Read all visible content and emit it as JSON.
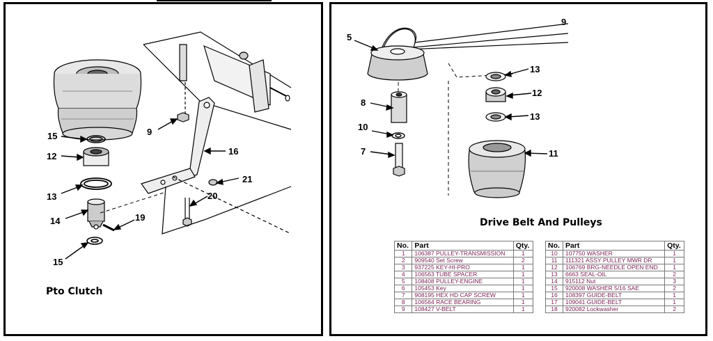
{
  "left_panel": {
    "title": "Pto Clutch",
    "callouts": [
      "15",
      "12",
      "13",
      "14",
      "15",
      "9",
      "16",
      "21",
      "20",
      "19"
    ]
  },
  "right_panel": {
    "title": "Drive Belt And Pulleys",
    "callouts": [
      "9",
      "5",
      "8",
      "10",
      "7",
      "13",
      "12",
      "13",
      "11"
    ],
    "parts_table": {
      "headers": [
        "No.",
        "Part",
        "Qty."
      ],
      "left_rows": [
        [
          "1",
          "106387 PULLEY-TRANSMISSION",
          "1"
        ],
        [
          "2",
          "909540 Set Screw",
          "2"
        ],
        [
          "3",
          "937225 KEY-HI-PRO",
          "1"
        ],
        [
          "4",
          "106563 TUBE SPACER",
          "1"
        ],
        [
          "5",
          "108408 PULLEY-ENGINE",
          "1"
        ],
        [
          "6",
          "105453 Key",
          "1"
        ],
        [
          "7",
          "908195 HEX HD CAP SCREW",
          "1"
        ],
        [
          "8",
          "106564 RACE BEARING",
          "1"
        ],
        [
          "9",
          "108427 V-BELT",
          "1"
        ]
      ],
      "right_rows": [
        [
          "10",
          "107750 WASHER",
          "1"
        ],
        [
          "11",
          "111321 ASSY PULLEY MWR DR",
          "1"
        ],
        [
          "12",
          "106769 BRG-NEEDLE OPEN END",
          "1"
        ],
        [
          "13",
          "6663 SEAL-OIL",
          "2"
        ],
        [
          "14",
          "915112 Nut",
          "3"
        ],
        [
          "15",
          "920008 WASHER 5/16 SAE",
          "2"
        ],
        [
          "16",
          "108397 GUIDE-BELT",
          "1"
        ],
        [
          "17",
          "109041 GUIDE-BELT",
          "1"
        ],
        [
          "18",
          "920082 Lockwasher",
          "2"
        ]
      ]
    }
  }
}
